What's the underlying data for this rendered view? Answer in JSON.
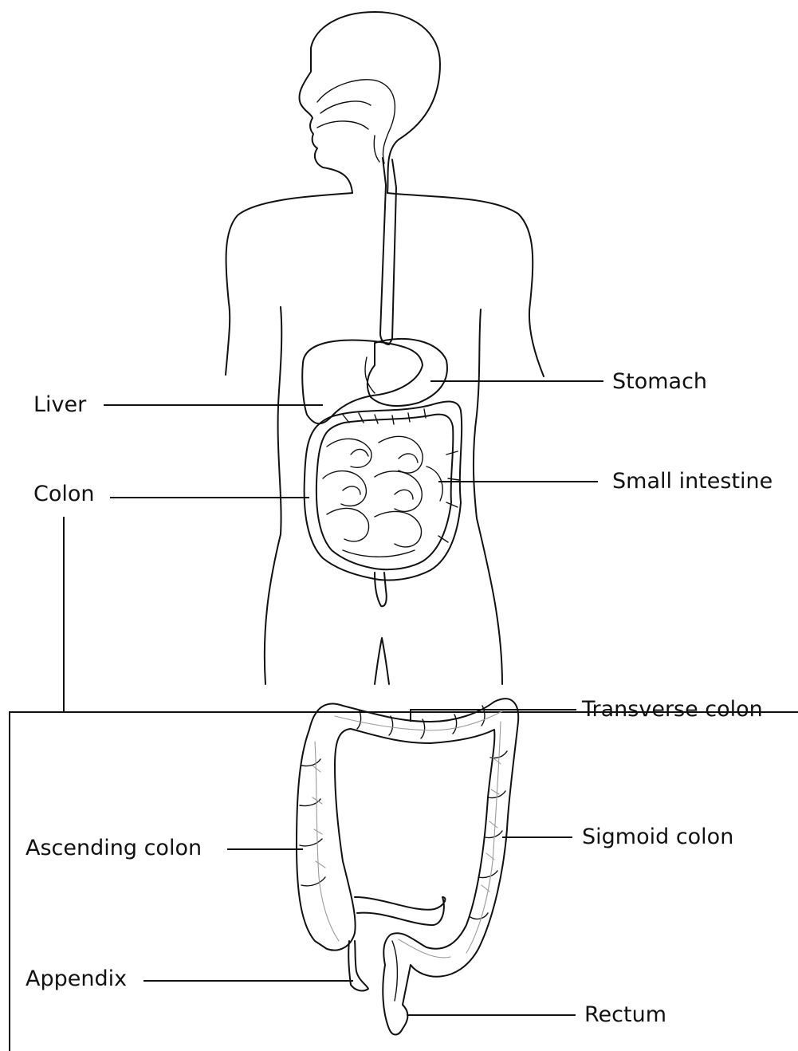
{
  "labels": {
    "stomach": "Stomach",
    "liver": "Liver",
    "small_intestine": "Small intestine",
    "colon": "Colon",
    "transverse_colon": "Transverse colon",
    "ascending_colon": "Ascending colon",
    "sigmoid_colon": "Sigmoid colon",
    "appendix": "Appendix",
    "rectum": "Rectum"
  },
  "colors": {
    "line": "#111111",
    "vessel": "#9a9a9a",
    "background": "#ffffff"
  }
}
